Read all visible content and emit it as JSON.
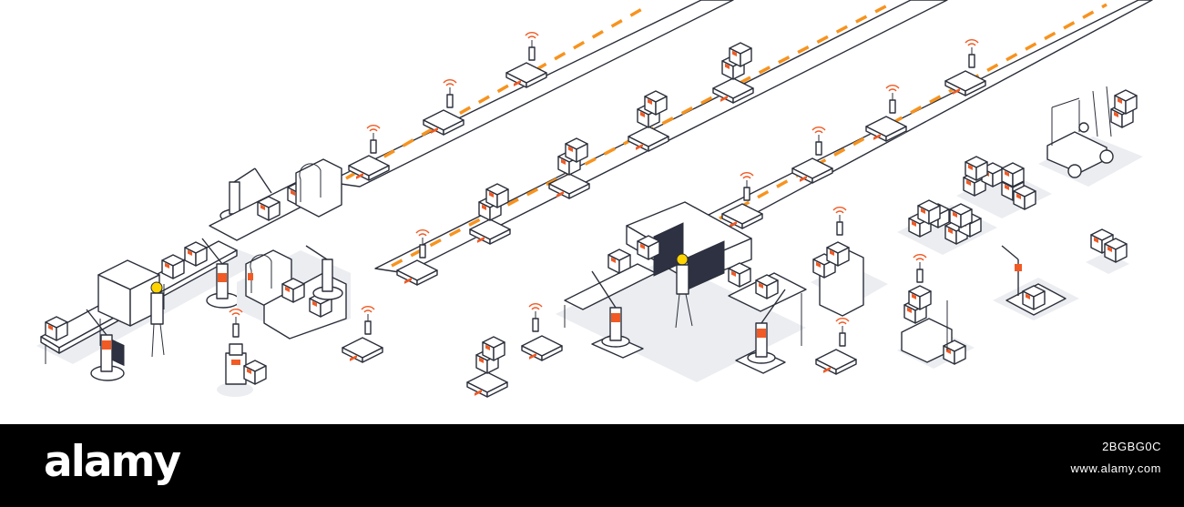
{
  "illustration": {
    "theme_colors": {
      "line": "#2b2f3a",
      "accent": "#f15a24",
      "route": "#f7931e",
      "shadow": "#ebedf1"
    }
  },
  "watermark": {
    "logo": "alamy",
    "image_id": "2BGBG0C",
    "url": "www.alamy.com"
  }
}
